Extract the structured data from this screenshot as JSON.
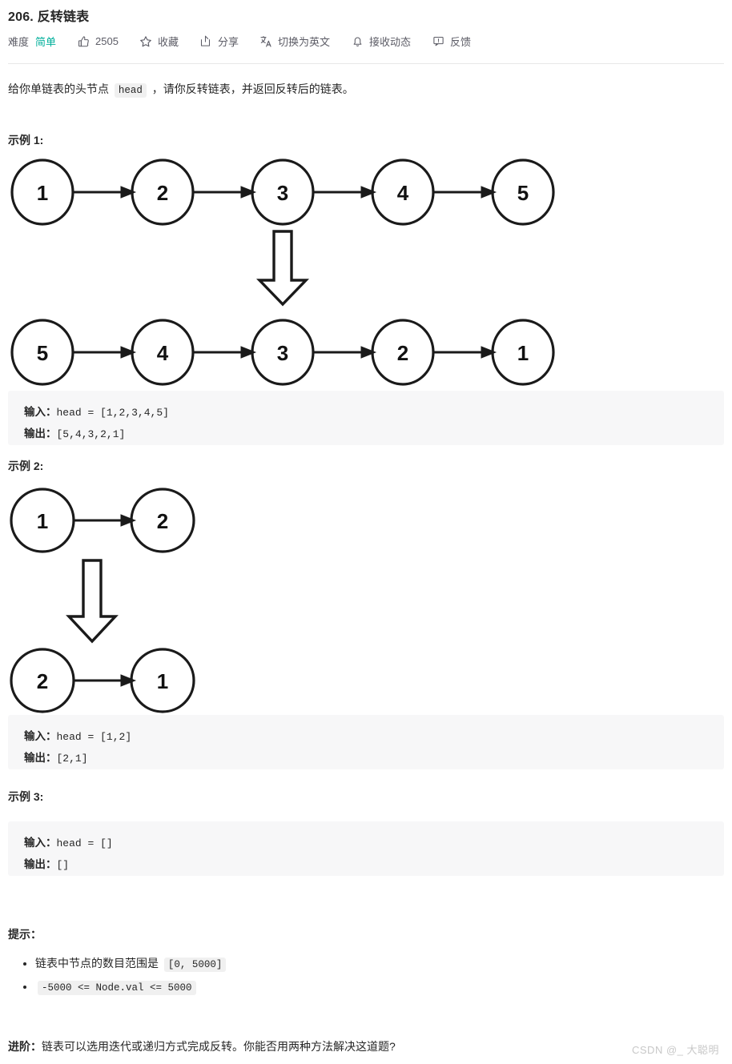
{
  "header": {
    "title": "206. 反转链表",
    "meta": {
      "difficulty_label": "难度",
      "difficulty_value": "简单",
      "difficulty_color": "#00af9b",
      "likes": "2505",
      "favorite": "收藏",
      "share": "分享",
      "switch_language": "切换为英文",
      "subscribe": "接收动态",
      "feedback": "反馈",
      "icons": {
        "thumbs_up": "thumbs-up-icon",
        "star": "star-icon",
        "share": "share-icon",
        "translate": "translate-icon",
        "bell": "bell-icon",
        "feedback": "feedback-icon"
      }
    }
  },
  "description": {
    "before_code": "给你单链表的头节点",
    "code": "head",
    "after_code": "，请你反转链表，并返回反转后的链表。"
  },
  "examples": [
    {
      "heading": "示例 1:",
      "input_label": "输入：",
      "input_value": "head = [1,2,3,4,5]",
      "output_label": "输出：",
      "output_value": "[5,4,3,2,1]",
      "diagram": {
        "top_nodes": [
          "1",
          "2",
          "3",
          "4",
          "5"
        ],
        "bottom_nodes": [
          "5",
          "4",
          "3",
          "2",
          "1"
        ],
        "arrow": "down-block-arrow"
      }
    },
    {
      "heading": "示例 2:",
      "input_label": "输入：",
      "input_value": "head = [1,2]",
      "output_label": "输出：",
      "output_value": "[2,1]",
      "diagram": {
        "top_nodes": [
          "1",
          "2"
        ],
        "bottom_nodes": [
          "2",
          "1"
        ],
        "arrow": "down-block-arrow"
      }
    },
    {
      "heading": "示例 3:",
      "input_label": "输入：",
      "input_value": "head = []",
      "output_label": "输出：",
      "output_value": "[]"
    }
  ],
  "hints": {
    "heading": "提示：",
    "items": [
      {
        "text": "链表中节点的数目范围是 ",
        "code": "[0, 5000]",
        "code_first": false
      },
      {
        "text": "",
        "code": "-5000 <= Node.val <= 5000",
        "code_first": true
      }
    ]
  },
  "followup": {
    "label": "进阶：",
    "text": "链表可以选用迭代或递归方式完成反转。你能否用两种方法解决这道题?"
  },
  "watermark": "CSDN @_ 大聪明"
}
